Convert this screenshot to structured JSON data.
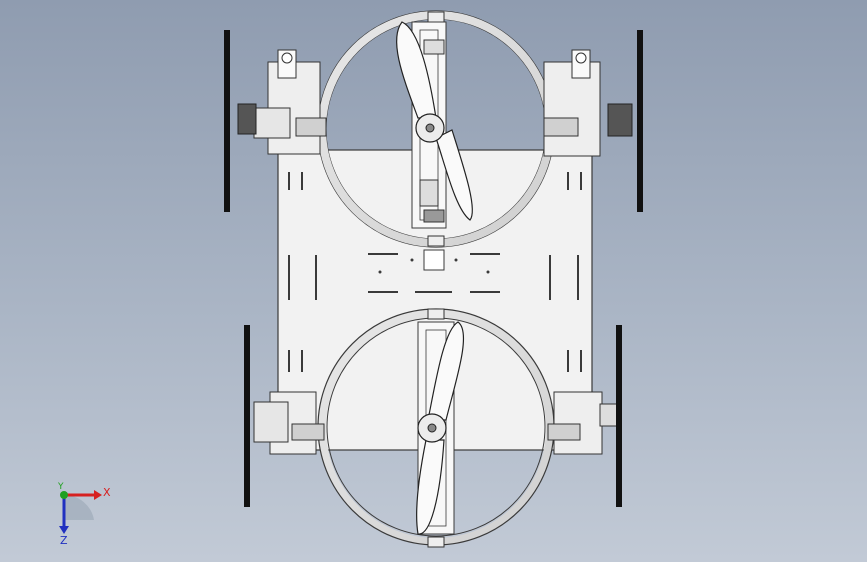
{
  "colors": {
    "background_top": "#8f9cb0",
    "background_bottom": "#c2cad6",
    "plate": "#f2f2f2",
    "outline": "#3a3a3a",
    "wheel": "#111111",
    "x_axis": "#d62020",
    "y_axis": "#20a020",
    "z_axis": "#2030c0"
  },
  "triad": {
    "x_label": "X",
    "y_label": "Y",
    "z_label": "Z"
  }
}
